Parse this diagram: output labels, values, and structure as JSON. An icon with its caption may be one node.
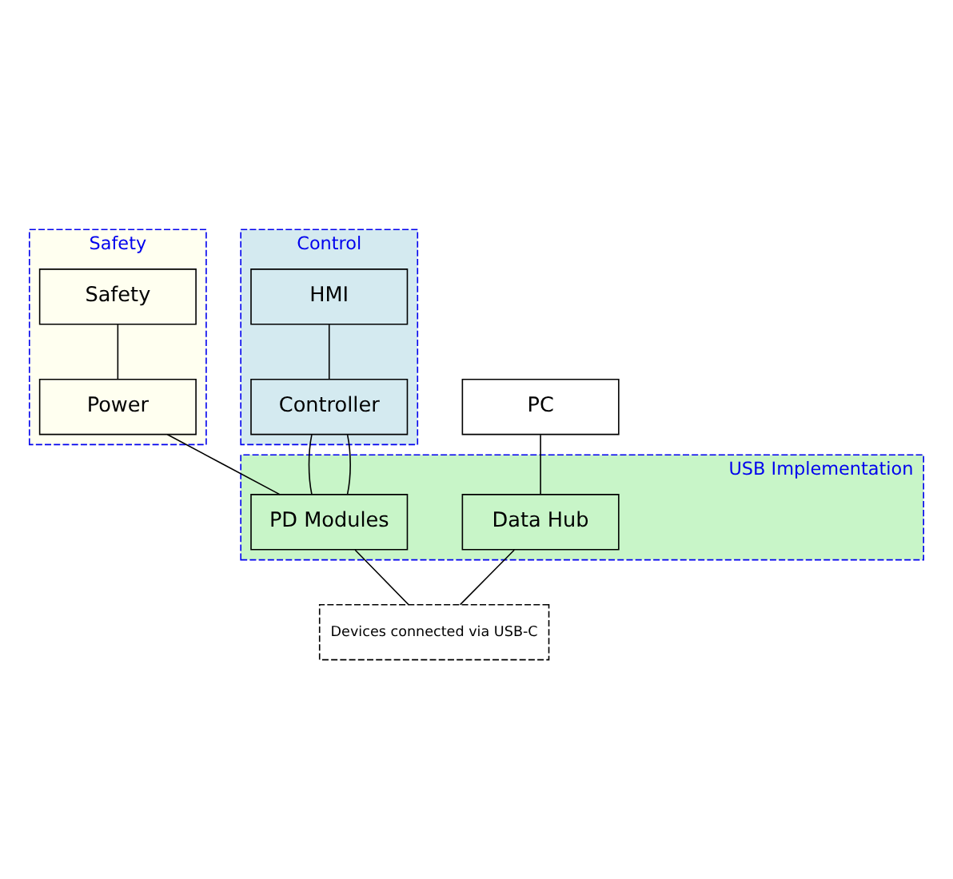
{
  "diagram": {
    "nodes": [
      {
        "text": [
          "Safety"
        ]
      },
      {
        "text": [
          "Safety"
        ],
        "in": 0
      },
      {
        "text": [
          "Power"
        ],
        "in": 0
      },
      {
        "text": [
          "Control"
        ]
      },
      {
        "text": [
          "HMI"
        ],
        "in": 3
      },
      {
        "text": [
          "Controller"
        ],
        "in": 3
      },
      {
        "text": [
          "PC"
        ]
      },
      {
        "text": [
          "USB Implementation"
        ]
      },
      {
        "text": [
          "PD Modules"
        ],
        "in": 7
      },
      {
        "text": [
          "Data Hub"
        ],
        "in": 7
      },
      {
        "text": [
          "Devices connected via USB-C"
        ]
      }
    ],
    "edges": [
      {
        "from": 1,
        "to": 2,
        "arrow": "none"
      },
      {
        "from": 4,
        "to": 5,
        "arrow": "none"
      },
      {
        "from": 2,
        "to": 8,
        "arrow": "none"
      },
      {
        "from": 5,
        "to": 8,
        "arrow": "none"
      },
      {
        "from": 5,
        "to": 8,
        "arrow": "none"
      },
      {
        "from": 6,
        "to": 9,
        "arrow": "none"
      },
      {
        "from": 8,
        "to": 10,
        "arrow": "none"
      },
      {
        "from": 9,
        "to": 10,
        "arrow": "none"
      }
    ]
  }
}
